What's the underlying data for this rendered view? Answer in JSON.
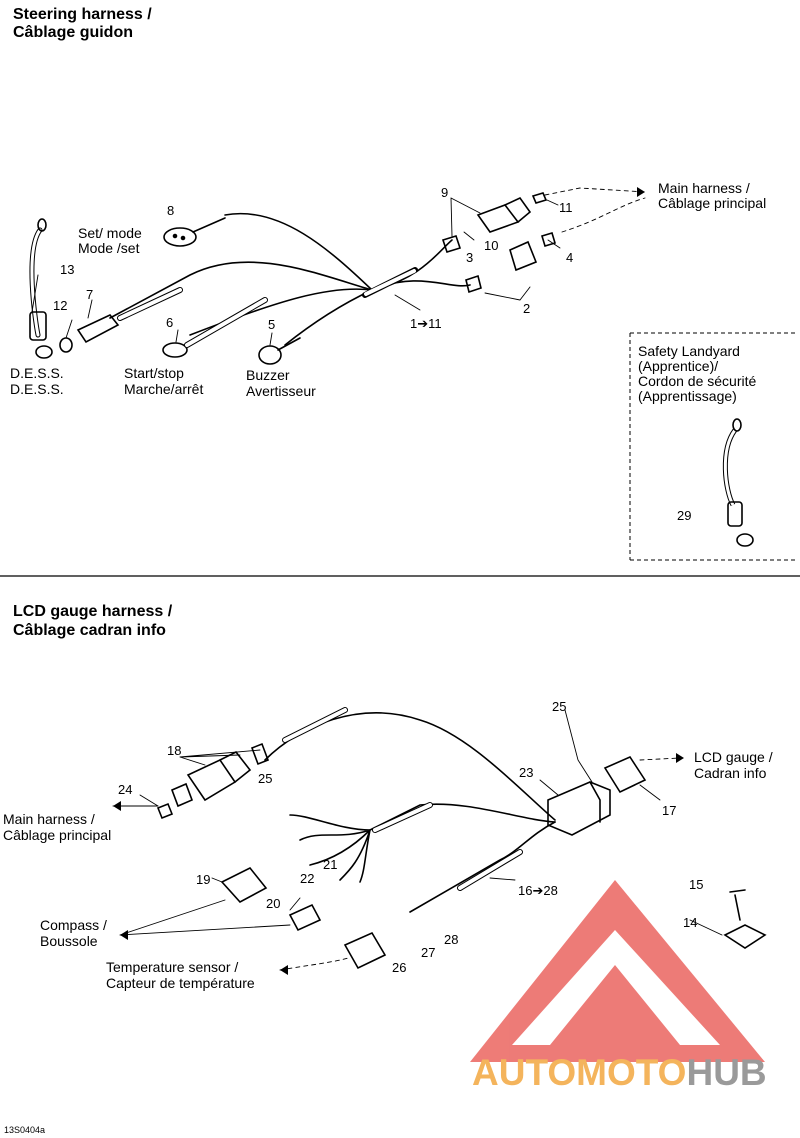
{
  "sections": {
    "steering": {
      "title_en": "Steering harness /",
      "title_fr": "Câblage guidon"
    },
    "lcd": {
      "title_en": "LCD gauge harness /",
      "title_fr": "Câblage cadran info"
    }
  },
  "steering_labels": {
    "set_mode_en": "Set/ mode",
    "set_mode_fr": "Mode /set",
    "dess_1": "D.E.S.S.",
    "dess_2": "D.E.S.S.",
    "start_stop_en": "Start/stop",
    "start_stop_fr": "Marche/arrêt",
    "buzzer_en": "Buzzer",
    "buzzer_fr": "Avertisseur",
    "main_harness_en": "Main harness /",
    "main_harness_fr": "Câblage principal",
    "landyard_1": "Safety Landyard",
    "landyard_2": "(Apprentice)/",
    "landyard_3": "Cordon de sécurité",
    "landyard_4": "(Apprentissage)"
  },
  "steering_numbers": {
    "n8": "8",
    "n13": "13",
    "n12": "12",
    "n7": "7",
    "n6": "6",
    "n5": "5",
    "n9": "9",
    "n11": "11",
    "n10": "10",
    "n3": "3",
    "n4": "4",
    "n2": "2",
    "range": "1➔11",
    "n29": "29"
  },
  "lcd_labels": {
    "main_harness_en": "Main harness /",
    "main_harness_fr": "Câblage principal",
    "lcd_gauge_en": "LCD gauge /",
    "lcd_gauge_fr": "Cadran info",
    "compass_en": "Compass /",
    "compass_fr": "Boussole",
    "temp_en": "Temperature sensor /",
    "temp_fr": "Capteur de température"
  },
  "lcd_numbers": {
    "n18": "18",
    "n25a": "25",
    "n25b": "25",
    "n24": "24",
    "n23": "23",
    "n17": "17",
    "n21": "21",
    "n22": "22",
    "n19": "19",
    "n20": "20",
    "range": "16➔28",
    "n15": "15",
    "n14": "14",
    "n27": "27",
    "n28": "28",
    "n26": "26"
  },
  "footer": {
    "code": "13S0404a"
  },
  "watermark": {
    "part1": "AUTOMOTO",
    "part2": "HUB",
    "color1": "#f4b45c",
    "color2": "#9a9a9a",
    "triangle": "#e8504a"
  }
}
